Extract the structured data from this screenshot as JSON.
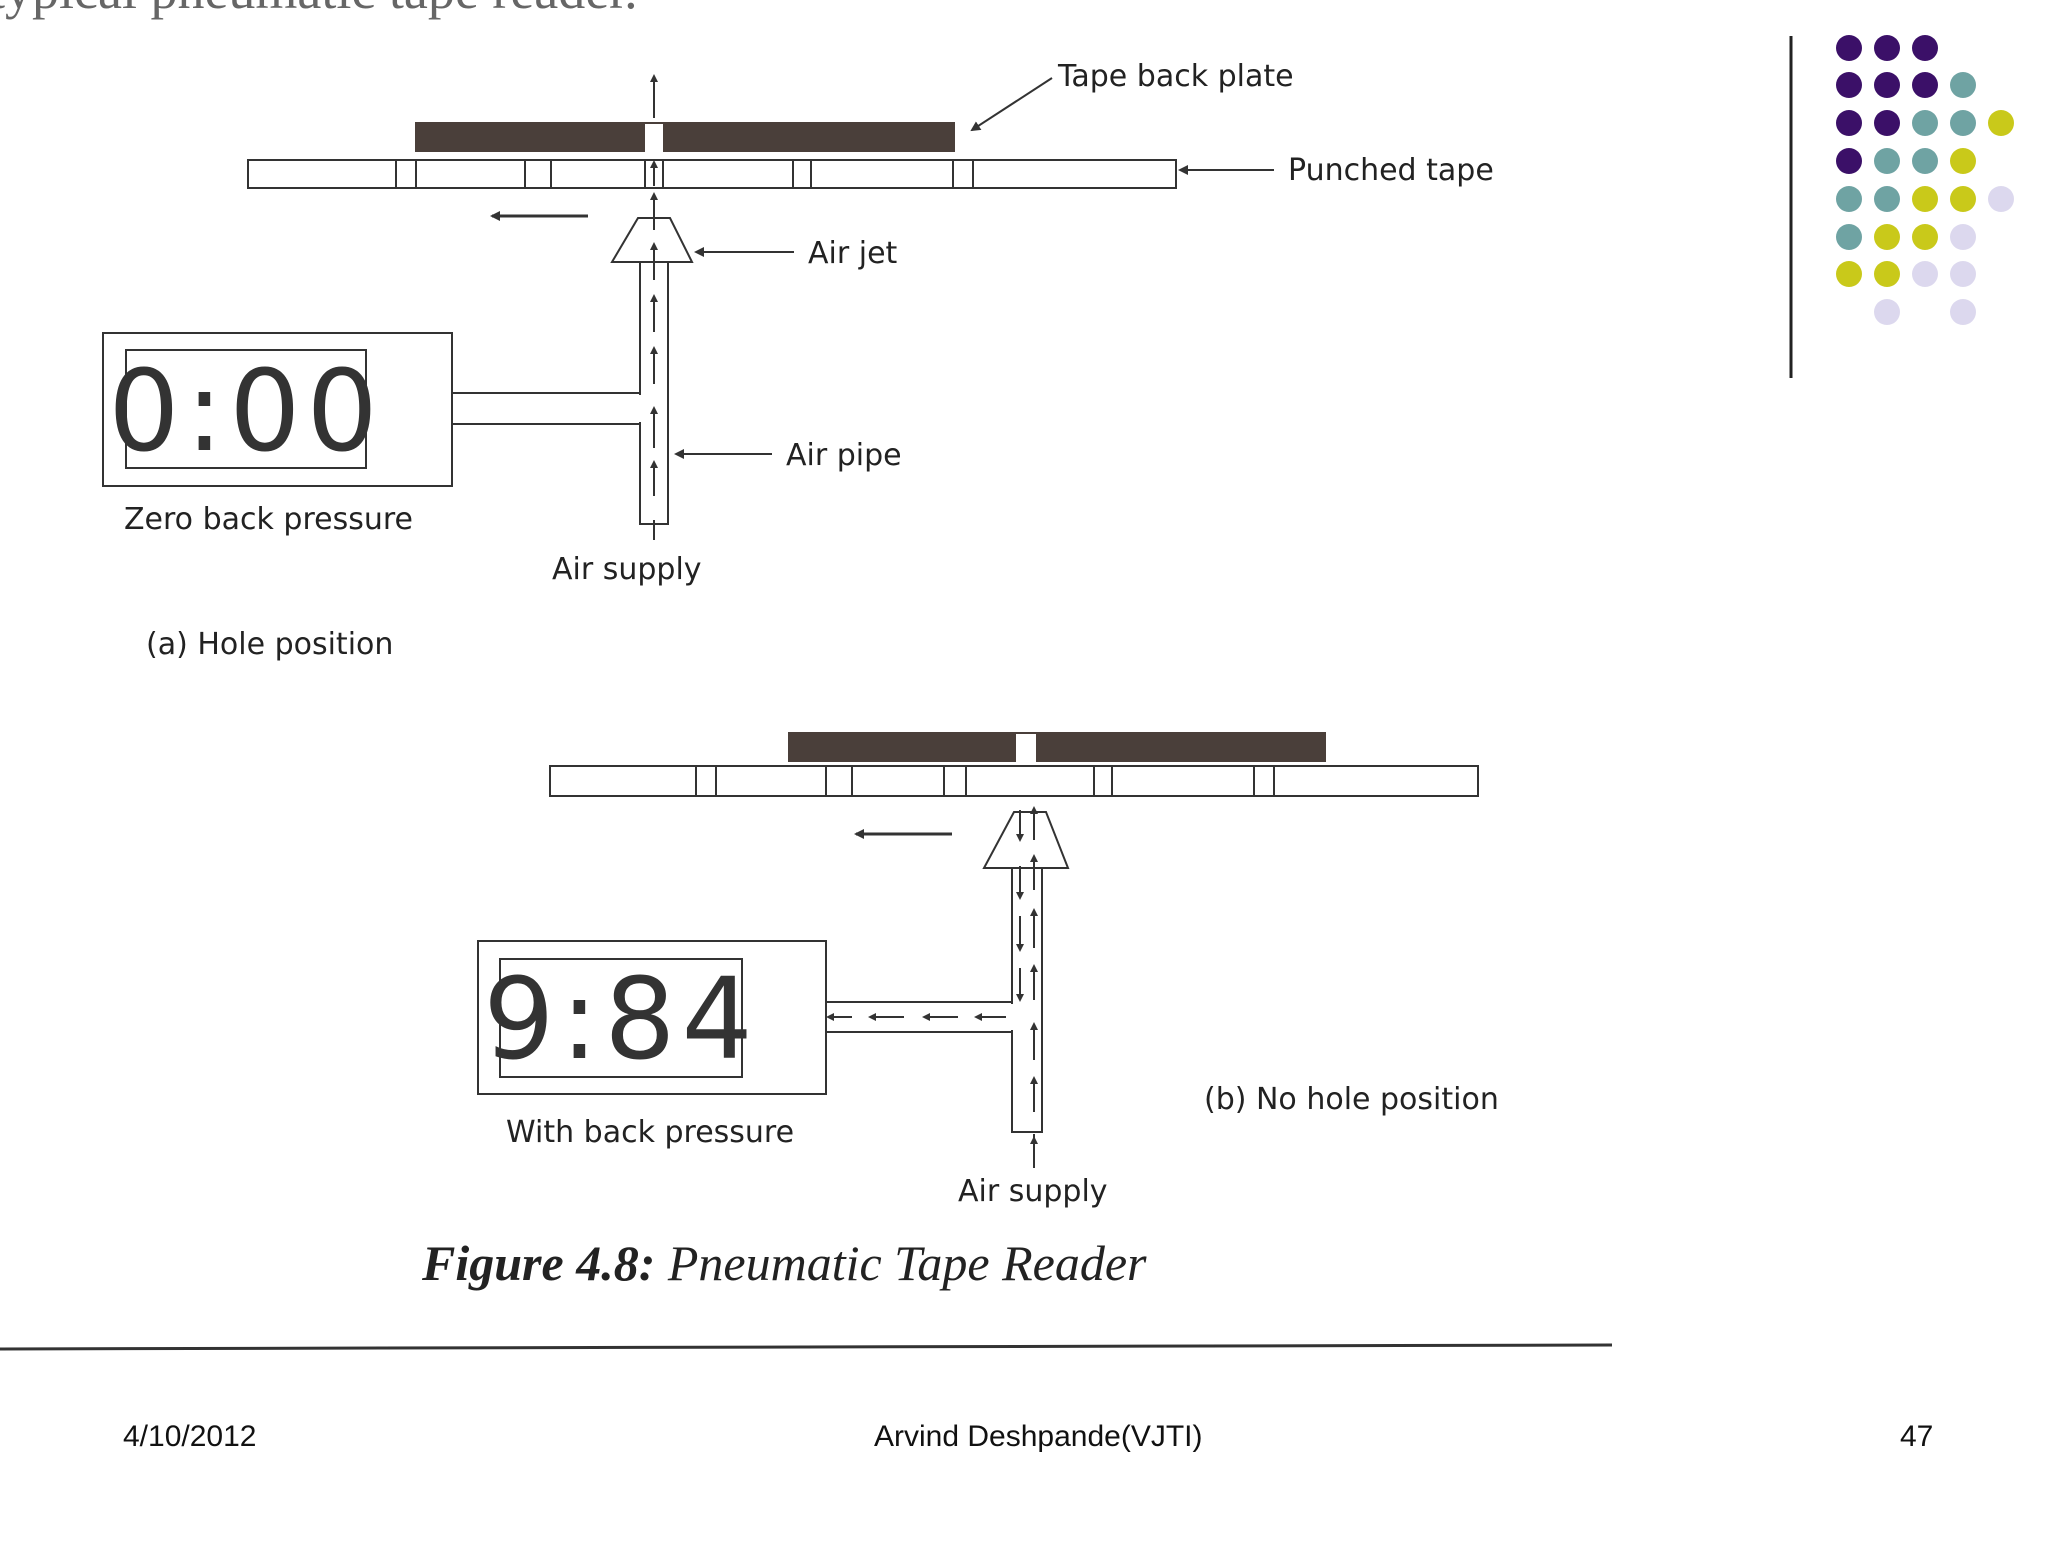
{
  "slide": {
    "header_fragment": "typical pneumatic tape reader.",
    "figure_caption_label": "Figure 4.8:",
    "figure_caption_text": " Pneumatic Tape Reader",
    "panel_a": {
      "tape_back_plate": "Tape back plate",
      "punched_tape": "Punched tape",
      "air_jet": "Air jet",
      "air_pipe": "Air pipe",
      "air_supply": "Air supply",
      "gauge_label": "Zero back pressure",
      "gauge_reading": "0:00",
      "caption": "(a) Hole position"
    },
    "panel_b": {
      "air_supply": "Air supply",
      "gauge_label": "With back pressure",
      "gauge_reading": "9:84",
      "caption": "(b) No hole position"
    },
    "colors": {
      "plate": "#4a3f3a",
      "purple": "#3b1068",
      "teal": "#6fa3a3",
      "olive": "#c9c91a",
      "lavender": "#dcd8ee"
    }
  },
  "footer": {
    "date": "4/10/2012",
    "author": "Arvind Deshpande(VJTI)",
    "page": "47"
  }
}
